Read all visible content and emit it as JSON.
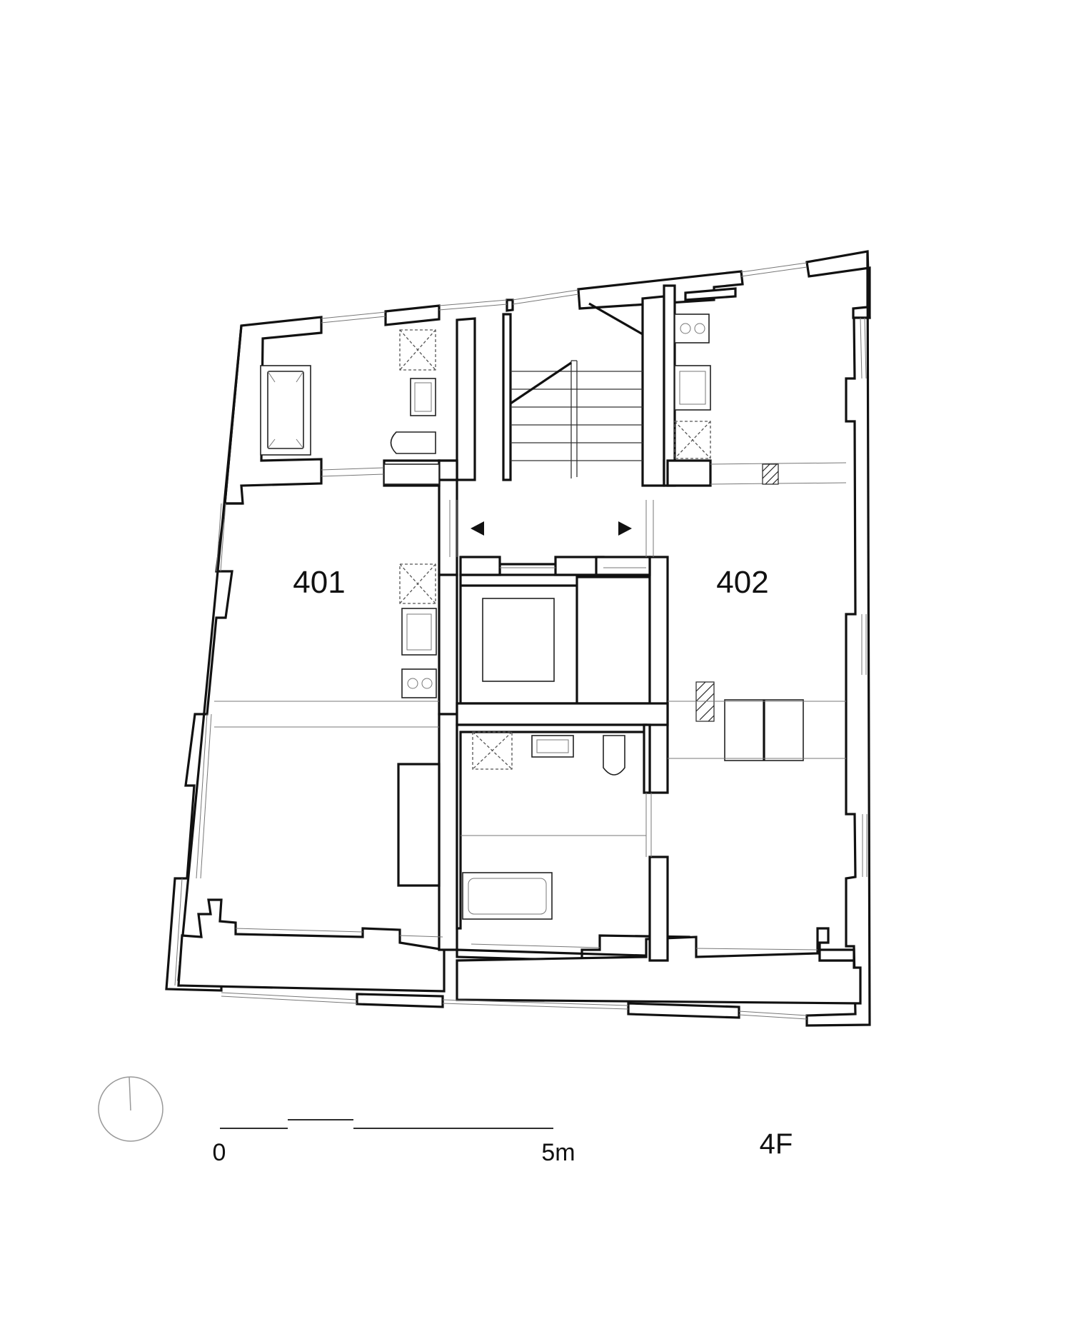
{
  "plan": {
    "units": [
      {
        "id": "unit-401",
        "label": "401"
      },
      {
        "id": "unit-402",
        "label": "402"
      }
    ],
    "floor_label": "4F",
    "scale_bar": {
      "start_label": "0",
      "end_label": "5m"
    }
  },
  "icons": {
    "north": "north-arrow-icon",
    "arrow_left": "triangle-left-icon",
    "arrow_right": "triangle-right-icon"
  },
  "colors": {
    "line": "#111111",
    "background": "#ffffff"
  }
}
